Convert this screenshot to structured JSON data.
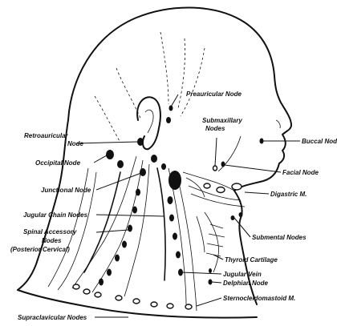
{
  "labels": {
    "preauricular": "Preauricular Node",
    "submaxillary_1": "Submaxillary",
    "submaxillary_2": "Nodes",
    "buccal": "Buccal Node",
    "retroauricular_1": "Retroauricular",
    "retroauricular_2": "Node",
    "occipital": "Occipital Node",
    "facial": "Facial Node",
    "junctional": "Junctional Node",
    "digastric": "Digastric M.",
    "jugular_chain": "Jugular Chain Nodes",
    "spinal_accessory_1": "Spinal Accessory",
    "spinal_accessory_2": "Nodes",
    "spinal_accessory_3": "(Posterior Cervical)",
    "submental": "Submental Nodes",
    "thyroid_cartilage": "Thyroid Cartilage",
    "jugular_vein": "Jugular Vein",
    "delphian": "Delphian Node",
    "sternocleidomastoid": "Sternocleidomastoid M.",
    "supraclavicular": "Supraclavicular Nodes"
  }
}
